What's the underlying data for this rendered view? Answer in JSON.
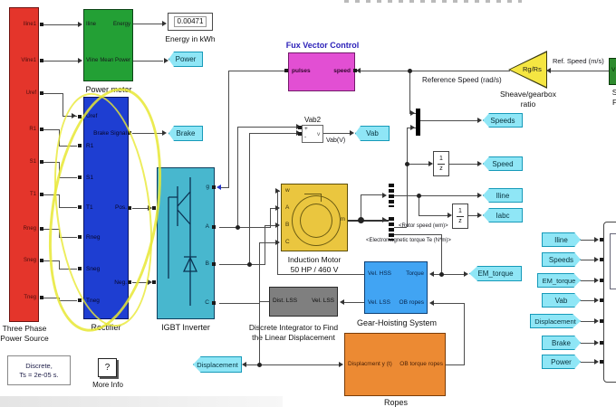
{
  "colors": {
    "tag_fill": "#8FE6F6",
    "annotation_yellow": "#e8e834",
    "wire": "#4d4d4d"
  },
  "blocks": {
    "source": {
      "ports": [
        "Iline1",
        "Vline1",
        "Uref",
        "R1",
        "S1",
        "T1",
        "Rneg",
        "Sneg",
        "Tneg"
      ],
      "label_lines": [
        "Three Phase",
        "Power Source"
      ]
    },
    "power_meter": {
      "in_ports": [
        "Iline",
        "Vline"
      ],
      "out_ports": [
        "Energy",
        "Mean Power"
      ],
      "label": "Power meter"
    },
    "energy_display": {
      "value": "0.00471",
      "label": "Energy in kWh"
    },
    "rectifier": {
      "in_ports": [
        "Uref",
        "R1",
        "S1",
        "T1",
        "Rneg",
        "Sneg",
        "Tneg"
      ],
      "out_ports": [
        "Brake Signal",
        "Pos.",
        "Neg."
      ],
      "label": "Rectifier"
    },
    "igbt": {
      "ports": [
        "g",
        "A",
        "B",
        "C"
      ],
      "label": "IGBT Inverter"
    },
    "fvc": {
      "title": "Fux Vector Control",
      "ports": [
        "pulses",
        "speed"
      ]
    },
    "vab_meter": {
      "title": "Vab2",
      "plus": "+",
      "minus": "-",
      "v": "v"
    },
    "motor": {
      "in_ports": [
        "w",
        "A",
        "B",
        "C"
      ],
      "out_port": "m",
      "label_lines": [
        "Induction Motor",
        "50 HP / 460 V"
      ]
    },
    "gain": {
      "text": "Rg/Rs",
      "label_lines": [
        "Sheave/gearbox",
        "ratio"
      ]
    },
    "profile": {
      "port": "V",
      "label_lines": [
        "Speed",
        "Profile"
      ]
    },
    "delay": {
      "num": "1",
      "den": "z"
    },
    "gear": {
      "ports": [
        "Vel. HSS",
        "Torque",
        "Vel. LSS",
        "OB ropes"
      ],
      "label": "Gear-Hoisting System"
    },
    "integrator": {
      "ports": [
        "Dist. LSS",
        "Vel. LSS"
      ],
      "label_lines": [
        "Discrete Integrator to Find",
        "the Linear Displacement"
      ]
    },
    "ropes": {
      "ports": [
        "Displacment y (t)",
        "OB torque ropes"
      ],
      "label": "Ropes"
    },
    "powergui": {
      "lines": [
        "Discrete,",
        "Ts = 2e-05 s."
      ]
    },
    "more_info": {
      "icon": "?",
      "label": "More Info"
    }
  },
  "tags": {
    "goto": {
      "power": "Power",
      "brake": "Brake",
      "vab": "Vab",
      "speeds": "Speeds",
      "speed": "Speed",
      "iline": "Iline",
      "iabc": "Iabc",
      "em_torque": "EM_torque",
      "displacement": "Displacement"
    },
    "from": [
      "Iline",
      "Speeds",
      "EM_torque",
      "Vab",
      "Displacement",
      "Brake",
      "Power"
    ]
  },
  "wire_labels": {
    "ref_speed_ms": "Ref. Speed (m/s)",
    "ref_speed_rads": "Reference Speed (rad/s)",
    "rotor_speed": "<Rotor speed (wm)>",
    "em_torque": "<Electromagnetic torque Te (N*m)>",
    "vab_v": "Vab(V)"
  }
}
